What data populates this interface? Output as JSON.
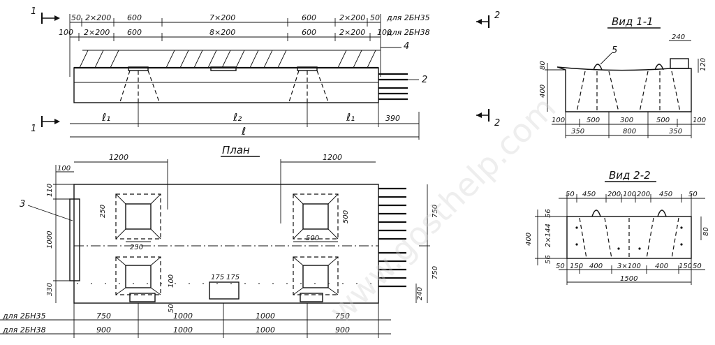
{
  "colors": {
    "ink": "#111111",
    "paper": "#ffffff"
  },
  "section_marks": {
    "s1_label": "1",
    "s2_label": "2"
  },
  "view_titles": {
    "plan": "План",
    "view11": "Вид 1-1",
    "view22": "Вид 2-2"
  },
  "elevation": {
    "row1_label": "для 2БН35",
    "row2_label": "для 2БН38",
    "row1": [
      "50",
      "2×200",
      "600",
      "7×200",
      "600",
      "2×200",
      "50"
    ],
    "row2": [
      "100",
      "2×200",
      "600",
      "8×200",
      "600",
      "2×200",
      "100"
    ],
    "callout_4": "4",
    "callout_2": "2",
    "span_l1a": "ℓ₁",
    "span_l2": "ℓ₂",
    "span_l1b": "ℓ₁",
    "end_390": "390",
    "total_l": "ℓ"
  },
  "plan": {
    "top_1200_left": "1200",
    "top_1200_right": "1200",
    "dim_100": "100",
    "dim_110": "110",
    "dim_1000": "1000",
    "dim_330": "330",
    "callout_3": "3",
    "dim_250_v": "250",
    "dim_250_h": "250",
    "dim_500_v": "500",
    "dim_500_h": "500",
    "dim_100_small": "100",
    "dim_50_small": "50",
    "dim_175a": "175",
    "dim_175b": "175",
    "right_750_top": "750",
    "right_750_bottom": "750",
    "right_240": "240",
    "bottom_row1_label": "для 2БН35",
    "bottom_row2_label": "для 2БН38",
    "bottom_row1": [
      "750",
      "1000",
      "1000",
      "750"
    ],
    "bottom_row2": [
      "900",
      "1000",
      "1000",
      "900"
    ]
  },
  "view11": {
    "dim_240": "240",
    "callout_5": "5",
    "dim_80": "80",
    "dim_120": "120",
    "dim_400": "400",
    "row1": [
      "100",
      "500",
      "300",
      "500",
      "100"
    ],
    "row2": [
      "350",
      "800",
      "350"
    ]
  },
  "view22": {
    "top_row": [
      "50",
      "450",
      "200",
      "100",
      "200",
      "450",
      "50"
    ],
    "left_56_top": "56",
    "left_400": "400",
    "left_2x144": "2×144",
    "left_56_bottom": "56",
    "right_80": "80",
    "bottom_row": [
      "50",
      "150",
      "400",
      "3×100",
      "400",
      "150",
      "50"
    ],
    "total": "1500"
  },
  "watermark": "www.gosthelp.com"
}
